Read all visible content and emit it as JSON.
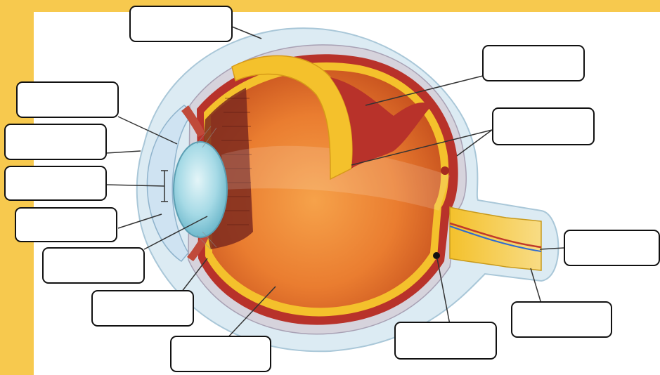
{
  "diagram": {
    "type": "eye-cross-section-worksheet",
    "colors": {
      "frame": "#f7c94e",
      "sclera_halo": "#dbe9f1",
      "halo_outline": "#a9c7d8",
      "vitreous": "#e8792e",
      "choroid_red": "#b8322a",
      "retina_yellow": "#f4c12c",
      "lens": "#9fd6e3",
      "label_border": "#111111"
    },
    "labels": [
      {
        "id": "cornea-top",
        "text": ""
      },
      {
        "id": "left-1",
        "text": ""
      },
      {
        "id": "left-2",
        "text": ""
      },
      {
        "id": "left-3",
        "text": ""
      },
      {
        "id": "left-4",
        "text": ""
      },
      {
        "id": "left-5",
        "text": ""
      },
      {
        "id": "bottom-left-1",
        "text": ""
      },
      {
        "id": "bottom-left-2",
        "text": ""
      },
      {
        "id": "right-top-1",
        "text": ""
      },
      {
        "id": "right-top-2",
        "text": ""
      },
      {
        "id": "right-mid",
        "text": ""
      },
      {
        "id": "bottom-right-1",
        "text": ""
      },
      {
        "id": "bottom-right-2",
        "text": ""
      }
    ]
  }
}
